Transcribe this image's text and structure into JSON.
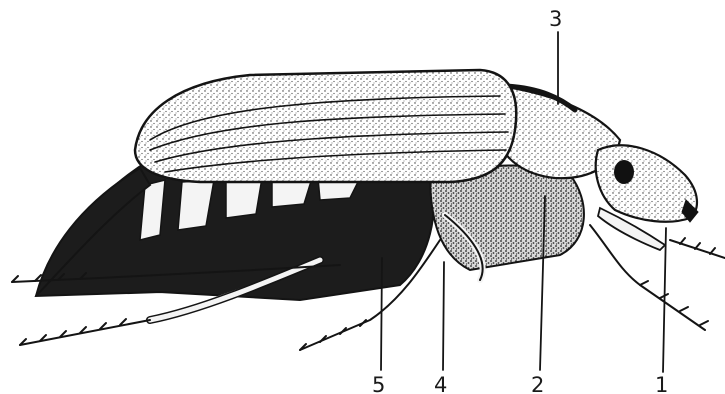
{
  "figure": {
    "subject": "beetle-side-view",
    "ink_color": "#141414",
    "paper_color": "#ffffff",
    "dark_fill": "#1c1c1c",
    "labels": [
      {
        "id": "label-1",
        "text": "1"
      },
      {
        "id": "label-2",
        "text": "2"
      },
      {
        "id": "label-3",
        "text": "3"
      },
      {
        "id": "label-4",
        "text": "4"
      },
      {
        "id": "label-5",
        "text": "5"
      }
    ]
  }
}
